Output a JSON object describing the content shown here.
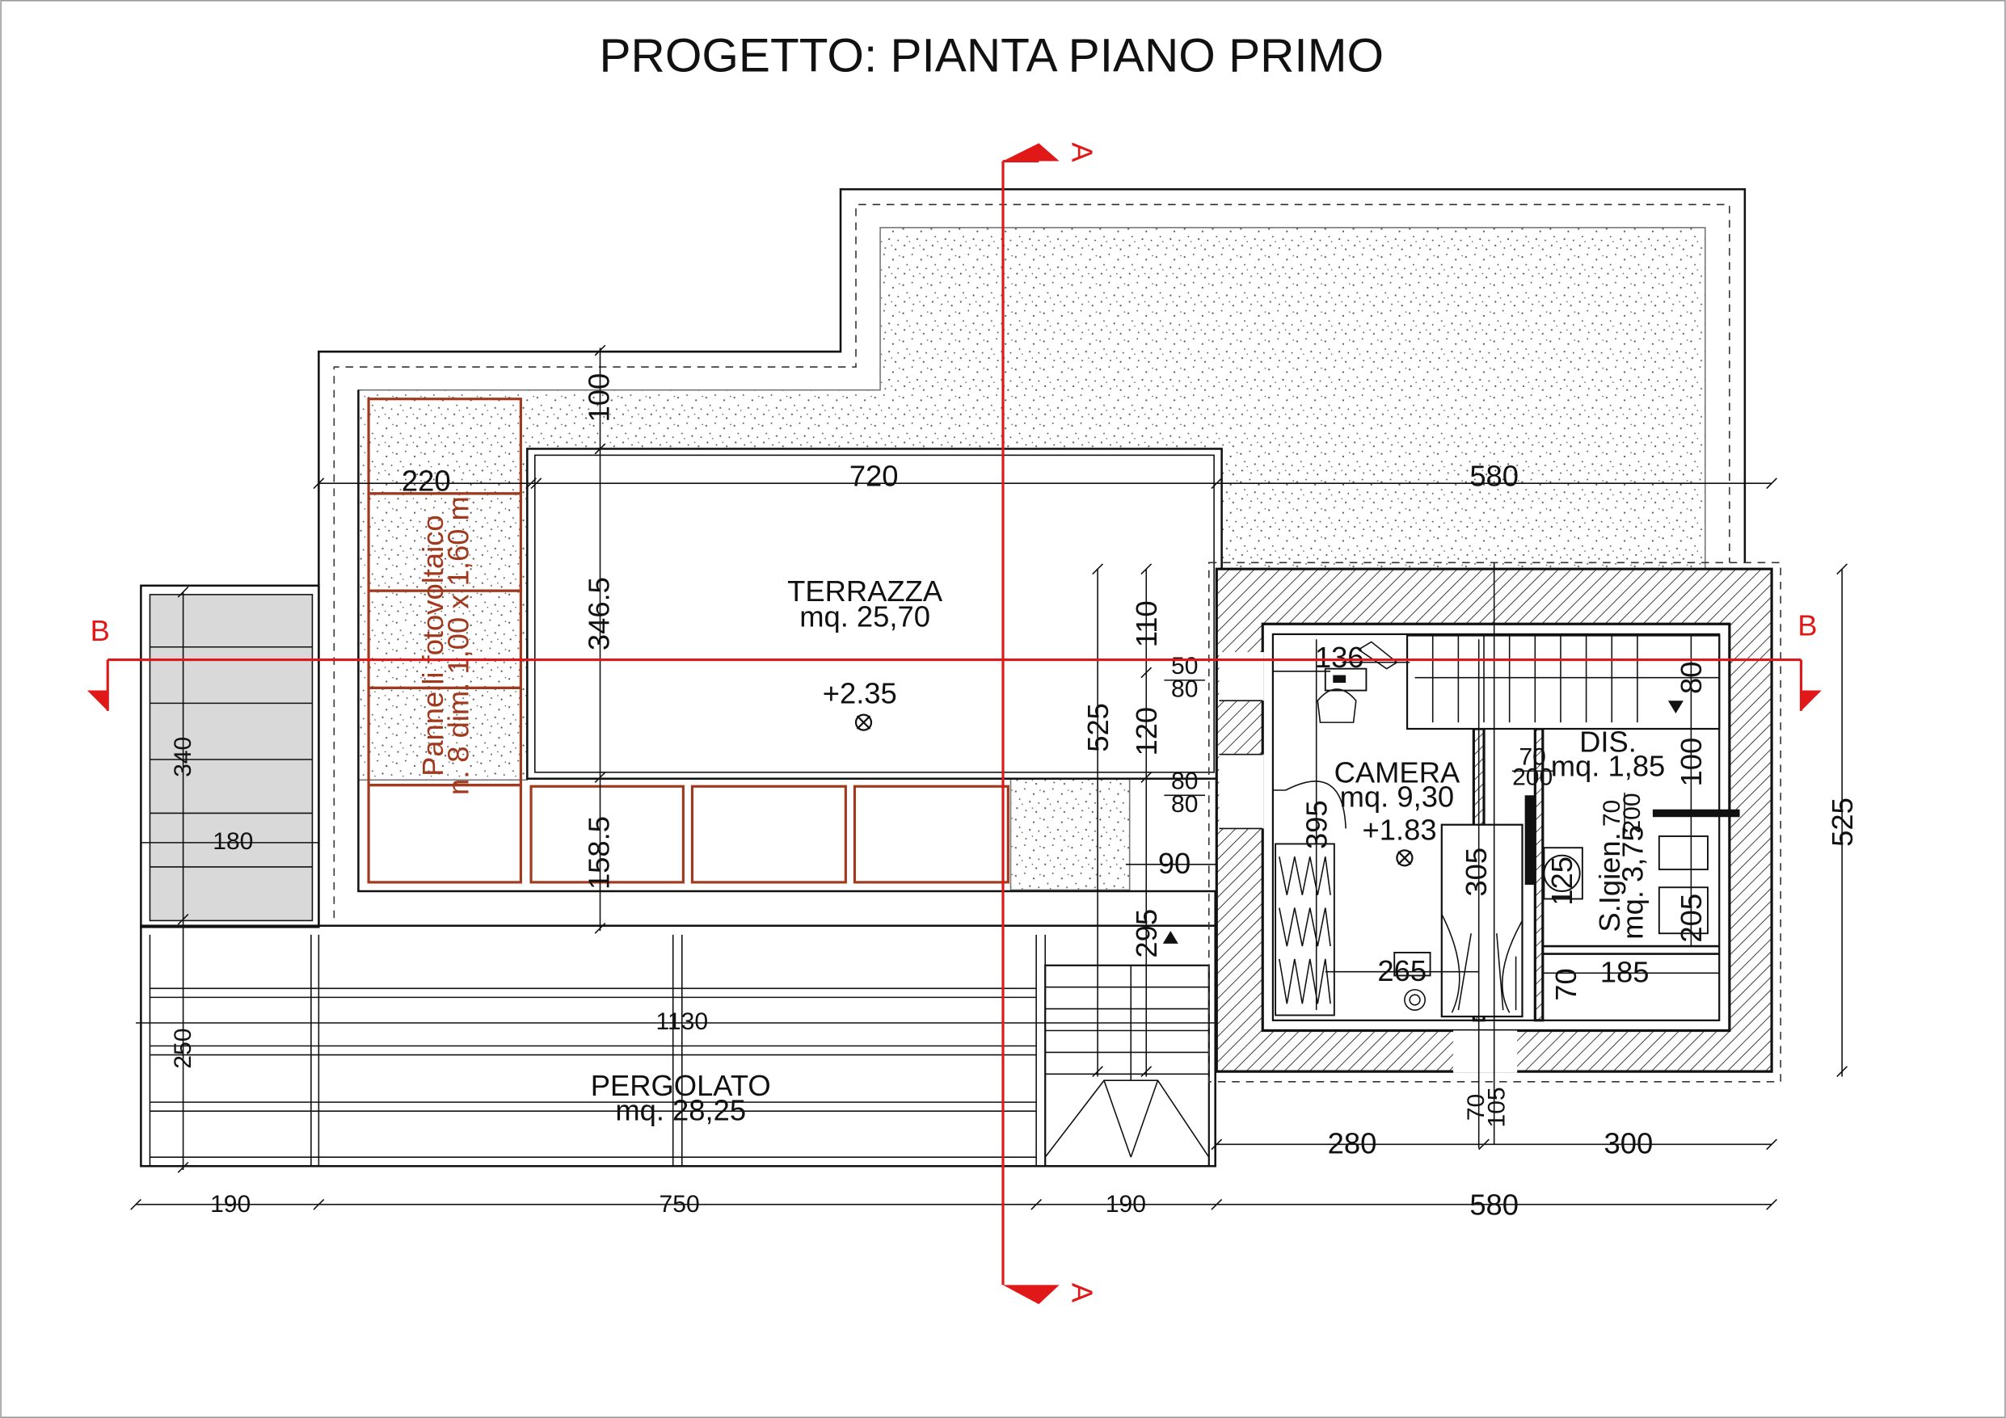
{
  "title": "PROGETTO: PIANTA PIANO PRIMO",
  "sections": {
    "a_top": "A",
    "a_bottom": "A",
    "b_left": "B",
    "b_right": "B"
  },
  "rooms": {
    "terrazza": {
      "name": "TERRAZZA",
      "area": "mq. 25,70",
      "level": "+2.35"
    },
    "camera": {
      "name": "CAMERA",
      "area": "mq. 9,30",
      "level": "+1.83"
    },
    "dis": {
      "name": "DIS.",
      "area": "mq. 1,85"
    },
    "bagno": {
      "name": "S.Igien.",
      "area": "mq. 3,75"
    },
    "pergolato": {
      "name": "PERGOLATO",
      "area": "mq. 28,25"
    }
  },
  "pv_panels": {
    "line1": "Pannelli fotovoltaico",
    "line2": "n. 8 dim. 1,00 x 1,60 m"
  },
  "dimensions": {
    "d220": "220",
    "d720": "720",
    "d580_top": "580",
    "d100_top": "100",
    "d346_5": "346.5",
    "d158_5": "158.5",
    "d525_left": "525",
    "d525_right": "525",
    "d110": "110",
    "d120": "120",
    "d90": "90",
    "d295": "295",
    "d340": "340",
    "d180": "180",
    "d250": "250",
    "d1130": "1130",
    "d136": "136",
    "d395": "395",
    "d305": "305",
    "d265": "265",
    "d125": "125",
    "d205": "205",
    "d185": "185",
    "d70_bath": "70",
    "d100_dis": "100",
    "d80_dis": "80",
    "d190_a": "190",
    "d750": "750",
    "d190_b": "190",
    "d580_bottom": "580",
    "d280": "280",
    "d300": "300",
    "d70_bottom": "70",
    "d105_bottom": "105"
  },
  "openings": {
    "o1_top": "50",
    "o1_bot": "80",
    "o2_top": "80",
    "o2_bot": "80",
    "o3_top": "70",
    "o3_bot": "200",
    "o4_top": "70",
    "o4_bot": "200"
  },
  "colors": {
    "section_red": "#e01818",
    "pv_brown": "#a0391d"
  }
}
